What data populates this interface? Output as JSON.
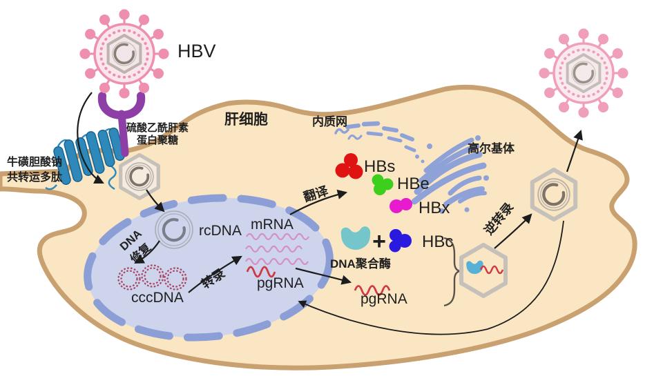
{
  "diagram": {
    "virus_label": "HBV",
    "cell_label": "肝细胞"
  },
  "receptors": {
    "hspg_line1": "硫酸乙酰肝素",
    "hspg_line2": "蛋白聚糖",
    "ntcp_line1": "牛磺胆酸钠",
    "ntcp_line2": "共转运多肽"
  },
  "organelles": {
    "er": "内质网",
    "golgi": "高尔基体"
  },
  "nucleus": {
    "rcdna": "rcDNA",
    "repair_line1": "DNA",
    "repair_line2": "修复",
    "cccdna": "cccDNA",
    "mrna": "mRNA",
    "pgrna": "pgRNA"
  },
  "processes": {
    "transcription": "转录",
    "translation": "翻译",
    "reverse_transcription": "逆转录"
  },
  "proteins": {
    "hbs": "HBs",
    "hbe": "HBe",
    "hbx": "HBx",
    "hbc": "HBc",
    "polymerase": "DNA聚合酶",
    "plus": "+"
  },
  "cytoplasm": {
    "pgrna": "pgRNA"
  },
  "colors": {
    "cell_fill": "#fae6c3",
    "cell_border": "#c9a06f",
    "nucleus_fill": "#cdd4ec",
    "nucleus_border": "#8b9fd6",
    "organelle_blue": "#8fa2d8",
    "virus_pink": "#ee8fae",
    "capsid_gray": "#c6c0ba",
    "hbs_red": "#e01313",
    "hbe_green": "#3ccf1c",
    "hbx_magenta": "#e81ad0",
    "hbc_blue": "#2a1ae0",
    "polymerase_teal": "#74c6ca",
    "cccdna_maroon": "#a84463",
    "mrna_pink": "#d58fc5",
    "pgrna_red": "#cf3944",
    "receptor_purple": "#8d3fa6",
    "ntcp_blue": "#2e89ba",
    "arrow_black": "#1c1c1c"
  }
}
